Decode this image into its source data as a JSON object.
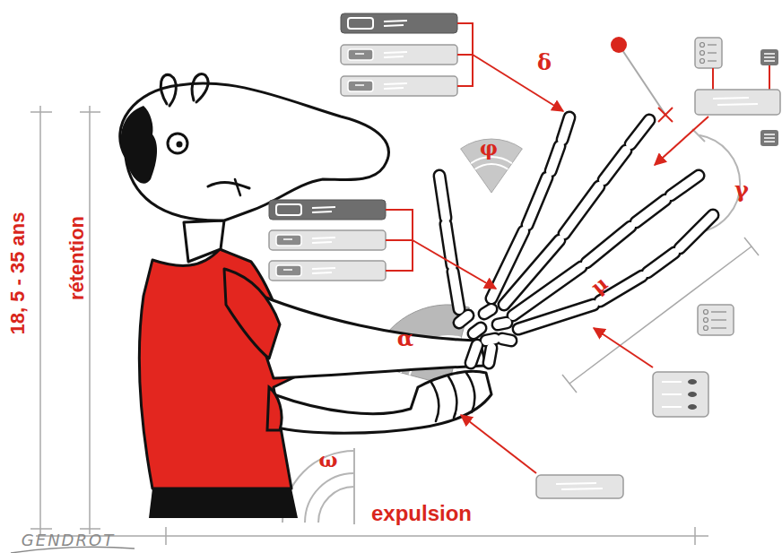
{
  "diagram": {
    "labels": [
      "δ",
      "φ",
      "γ",
      "μ",
      "α",
      "18, 5 - 35 ans",
      "rétention",
      "ω",
      "expulsion",
      "GENDROT"
    ]
  }
}
